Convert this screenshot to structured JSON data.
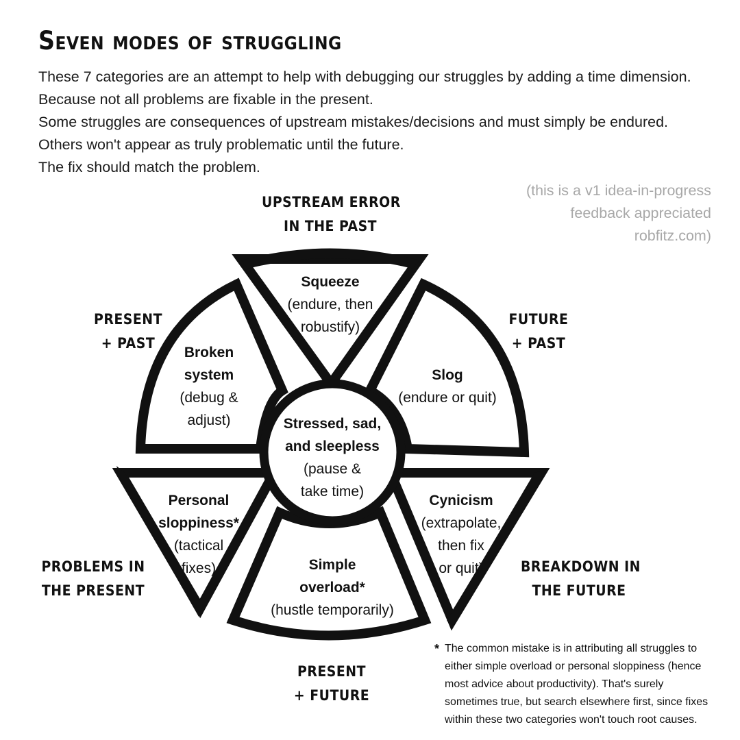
{
  "title": "Seven modes of struggling",
  "intro": [
    "These 7 categories are an attempt to help with debugging our struggles by adding a time dimension.",
    "Because not all problems are fixable in the present.",
    "Some struggles are consequences of upstream mistakes/decisions and must simply be endured.",
    "Others won't appear as truly problematic until the future.",
    "The fix should match the problem."
  ],
  "note": [
    "(this is a v1 idea-in-progress",
    "feedback appreciated",
    "robfitz.com)"
  ],
  "zones": {
    "top": [
      "UPSTREAM ERROR",
      "IN THE PAST"
    ],
    "upper_left": [
      "PRESENT",
      "+ PAST"
    ],
    "upper_right": [
      "FUTURE",
      "+ PAST"
    ],
    "lower_left": [
      "PROBLEMS IN",
      "THE PRESENT"
    ],
    "lower_right": [
      "BREAKDOWN IN",
      "THE FUTURE"
    ],
    "bottom": [
      "PRESENT",
      "+ FUTURE"
    ]
  },
  "segments": {
    "squeeze": {
      "name": "Squeeze",
      "lines": [
        "(endure, then",
        "robustify)"
      ]
    },
    "slog": {
      "name": "Slog",
      "lines": [
        "(endure or quit)"
      ]
    },
    "broken": {
      "name_lines": [
        "Broken",
        "system"
      ],
      "lines": [
        "(debug &",
        "adjust)"
      ]
    },
    "center": {
      "name_lines": [
        "Stressed, sad,",
        "and sleepless"
      ],
      "lines": [
        "(pause &",
        "take time)"
      ]
    },
    "personal": {
      "name_lines": [
        "Personal",
        "sloppiness*"
      ],
      "lines": [
        "(tactical",
        "fixes)"
      ]
    },
    "cynicism": {
      "name": "Cynicism",
      "lines": [
        "(extrapolate,",
        "then fix",
        "or quit)"
      ]
    },
    "overload": {
      "name_lines": [
        "Simple",
        "overload*"
      ],
      "lines": [
        "(hustle temporarily)"
      ]
    }
  },
  "footnote": {
    "star": "*",
    "lines": [
      "The common mistake is in attributing all struggles to",
      "either simple overload or personal sloppiness (hence",
      "most advice about productivity). That's surely",
      "sometimes true, but search elsewhere first, since fixes",
      "within these two categories won't touch root causes."
    ]
  }
}
